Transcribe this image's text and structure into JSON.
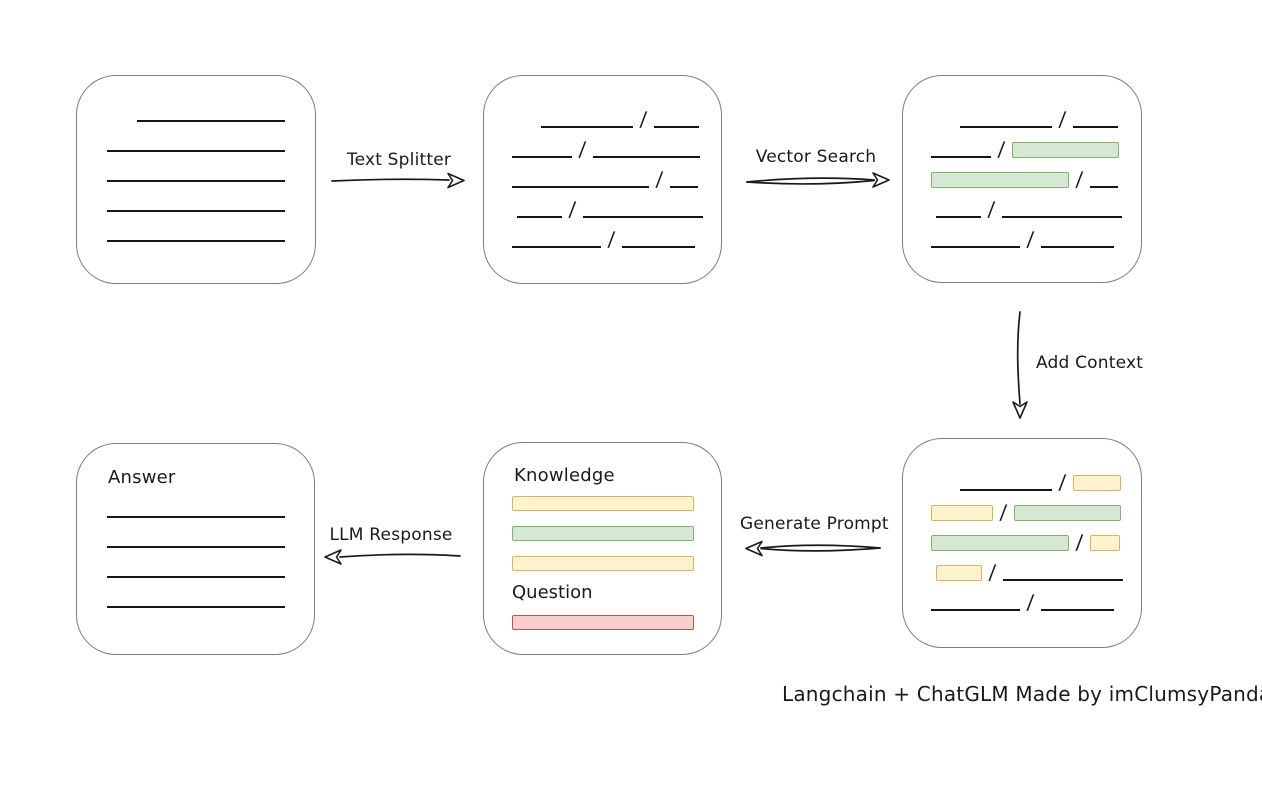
{
  "diagram": {
    "caption": "Langchain + ChatGLM Made by imClumsyPanda",
    "slash_glyph": "/",
    "colors": {
      "green_fill": "#D5E8D4",
      "green_border": "#82B366",
      "yellow_fill": "#FFF2CC",
      "yellow_border": "#D6B656",
      "red_fill": "#F8CECC",
      "red_border": "#B85450",
      "box_border": "#7E7E7E",
      "line_color": "#161616"
    },
    "arrows": [
      {
        "id": "text-splitter",
        "label": "Text Splitter",
        "direction": "right"
      },
      {
        "id": "vector-search",
        "label": "Vector Search",
        "direction": "right"
      },
      {
        "id": "add-context",
        "label": "Add Context",
        "direction": "down"
      },
      {
        "id": "generate-prompt",
        "label": "Generate Prompt",
        "direction": "left"
      },
      {
        "id": "llm-response",
        "label": "LLM Response",
        "direction": "left"
      }
    ],
    "nodes": {
      "source_document": {
        "rows": [
          {
            "indent": 30,
            "segs": [
              {
                "t": "l",
                "w": 148
              }
            ]
          },
          {
            "indent": 0,
            "segs": [
              {
                "t": "l",
                "w": 178
              }
            ]
          },
          {
            "indent": 0,
            "segs": [
              {
                "t": "l",
                "w": 178
              }
            ]
          },
          {
            "indent": 0,
            "segs": [
              {
                "t": "l",
                "w": 178
              }
            ]
          },
          {
            "indent": 0,
            "segs": [
              {
                "t": "l",
                "w": 178
              }
            ]
          }
        ]
      },
      "split_chunks": {
        "rows": [
          {
            "indent": 29,
            "segs": [
              {
                "t": "l",
                "w": 92
              },
              {
                "t": "s"
              },
              {
                "t": "l",
                "w": 45
              }
            ]
          },
          {
            "indent": 0,
            "segs": [
              {
                "t": "l",
                "w": 60
              },
              {
                "t": "s"
              },
              {
                "t": "l",
                "w": 107
              }
            ]
          },
          {
            "indent": 0,
            "segs": [
              {
                "t": "l",
                "w": 137
              },
              {
                "t": "s"
              },
              {
                "t": "l",
                "w": 28
              }
            ]
          },
          {
            "indent": 5,
            "segs": [
              {
                "t": "l",
                "w": 45
              },
              {
                "t": "s"
              },
              {
                "t": "l",
                "w": 120
              }
            ]
          },
          {
            "indent": 0,
            "segs": [
              {
                "t": "l",
                "w": 89
              },
              {
                "t": "s"
              },
              {
                "t": "l",
                "w": 73
              }
            ]
          }
        ]
      },
      "matched_chunks": {
        "rows": [
          {
            "indent": 29,
            "segs": [
              {
                "t": "l",
                "w": 92
              },
              {
                "t": "s"
              },
              {
                "t": "l",
                "w": 45
              }
            ]
          },
          {
            "indent": 0,
            "segs": [
              {
                "t": "l",
                "w": 60
              },
              {
                "t": "s"
              },
              {
                "t": "g",
                "w": 107
              }
            ]
          },
          {
            "indent": 0,
            "segs": [
              {
                "t": "g",
                "w": 138
              },
              {
                "t": "s"
              },
              {
                "t": "l",
                "w": 28
              }
            ]
          },
          {
            "indent": 5,
            "segs": [
              {
                "t": "l",
                "w": 45
              },
              {
                "t": "s"
              },
              {
                "t": "l",
                "w": 120
              }
            ]
          },
          {
            "indent": 0,
            "segs": [
              {
                "t": "l",
                "w": 89
              },
              {
                "t": "s"
              },
              {
                "t": "l",
                "w": 73
              }
            ]
          }
        ]
      },
      "context_chunks": {
        "rows": [
          {
            "indent": 29,
            "segs": [
              {
                "t": "l",
                "w": 92
              },
              {
                "t": "s"
              },
              {
                "t": "y",
                "w": 48
              }
            ]
          },
          {
            "indent": 0,
            "segs": [
              {
                "t": "y",
                "w": 62
              },
              {
                "t": "s"
              },
              {
                "t": "g",
                "w": 107
              }
            ]
          },
          {
            "indent": 0,
            "segs": [
              {
                "t": "g",
                "w": 138
              },
              {
                "t": "s"
              },
              {
                "t": "y",
                "w": 30
              }
            ]
          },
          {
            "indent": 5,
            "segs": [
              {
                "t": "y",
                "w": 46
              },
              {
                "t": "s"
              },
              {
                "t": "l",
                "w": 120
              }
            ]
          },
          {
            "indent": 0,
            "segs": [
              {
                "t": "l",
                "w": 89
              },
              {
                "t": "s"
              },
              {
                "t": "l",
                "w": 73
              }
            ]
          }
        ]
      },
      "prompt": {
        "title": "Knowledge",
        "subtitle": "Question",
        "bars": [
          "y",
          "g",
          "y"
        ],
        "question_bars": [
          "r"
        ]
      },
      "answer": {
        "title": "Answer",
        "rows": [
          {
            "indent": 0,
            "segs": [
              {
                "t": "l",
                "w": 178
              }
            ]
          },
          {
            "indent": 0,
            "segs": [
              {
                "t": "l",
                "w": 178
              }
            ]
          },
          {
            "indent": 0,
            "segs": [
              {
                "t": "l",
                "w": 178
              }
            ]
          },
          {
            "indent": 0,
            "segs": [
              {
                "t": "l",
                "w": 178
              }
            ]
          }
        ]
      }
    }
  }
}
